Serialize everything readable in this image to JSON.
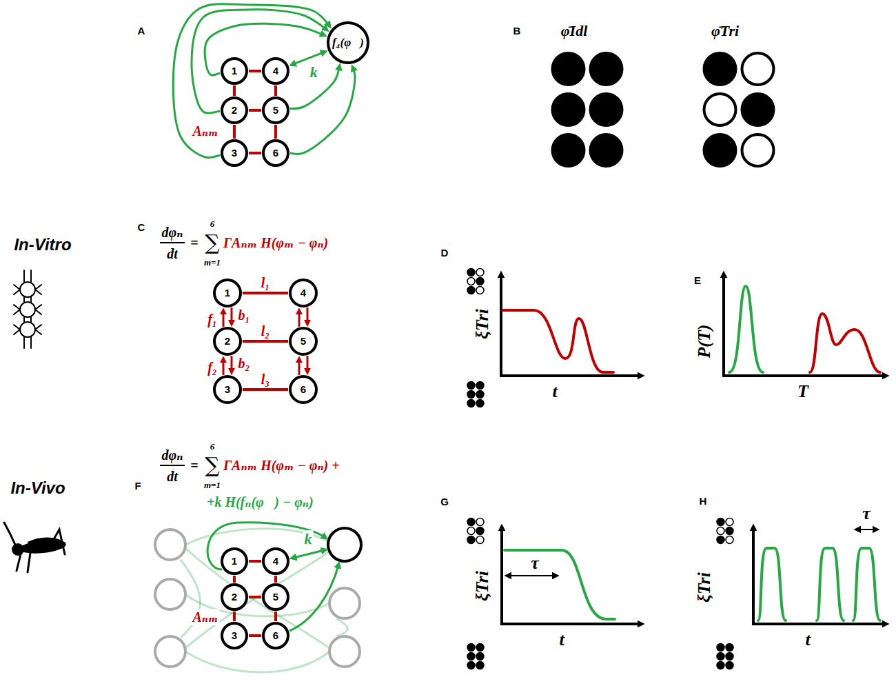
{
  "diagram": {
    "nodes": [
      {
        "text": [
          "1"
        ]
      },
      {
        "text": [
          "2"
        ]
      },
      {
        "text": [
          "3"
        ]
      },
      {
        "text": [
          "4"
        ]
      },
      {
        "text": [
          "5"
        ]
      },
      {
        "text": [
          "6"
        ]
      },
      {
        "text": [
          "f₄(φ⃗)"
        ]
      },
      {
        "text": [
          "1"
        ]
      },
      {
        "text": [
          "2"
        ]
      },
      {
        "text": [
          "3"
        ]
      },
      {
        "text": [
          "4"
        ]
      },
      {
        "text": [
          "5"
        ]
      },
      {
        "text": [
          "6"
        ]
      },
      {
        "text": [
          "1"
        ]
      },
      {
        "text": [
          "2"
        ]
      },
      {
        "text": [
          "3"
        ]
      },
      {
        "text": [
          "4"
        ]
      },
      {
        "text": [
          "5"
        ]
      },
      {
        "text": [
          "6"
        ]
      }
    ],
    "edges": [
      {
        "from": 0,
        "to": 3,
        "arrow": "none"
      },
      {
        "from": 1,
        "to": 4,
        "arrow": "none"
      },
      {
        "from": 2,
        "to": 5,
        "arrow": "none"
      },
      {
        "from": 0,
        "to": 1,
        "arrow": "none"
      },
      {
        "from": 1,
        "to": 2,
        "arrow": "none"
      },
      {
        "from": 3,
        "to": 4,
        "arrow": "none"
      },
      {
        "from": 4,
        "to": 5,
        "arrow": "none"
      },
      {
        "from": 0,
        "to": 6,
        "arrow": "to"
      },
      {
        "from": 1,
        "to": 6,
        "arrow": "to"
      },
      {
        "from": 2,
        "to": 6,
        "arrow": "to"
      },
      {
        "from": 4,
        "to": 6,
        "arrow": "to"
      },
      {
        "from": 5,
        "to": 6,
        "arrow": "to"
      },
      {
        "from": 3,
        "to": 6,
        "arrow": "both",
        "label": "k"
      },
      {
        "from": 7,
        "to": 10,
        "arrow": "none",
        "label": "l₁"
      },
      {
        "from": 8,
        "to": 11,
        "arrow": "none",
        "label": "l₂"
      },
      {
        "from": 9,
        "to": 12,
        "arrow": "none",
        "label": "l₃"
      },
      {
        "from": 8,
        "to": 7,
        "arrow": "to",
        "label": "f₁"
      },
      {
        "from": 7,
        "to": 8,
        "arrow": "to",
        "label": "b₁"
      },
      {
        "from": 9,
        "to": 8,
        "arrow": "to",
        "label": "f₂"
      },
      {
        "from": 8,
        "to": 9,
        "arrow": "to",
        "label": "b₂"
      },
      {
        "from": 11,
        "to": 10,
        "arrow": "to"
      },
      {
        "from": 10,
        "to": 11,
        "arrow": "to"
      },
      {
        "from": 12,
        "to": 11,
        "arrow": "to"
      },
      {
        "from": 11,
        "to": 12,
        "arrow": "to"
      },
      {
        "from": 13,
        "to": 16,
        "arrow": "none"
      },
      {
        "from": 14,
        "to": 17,
        "arrow": "none"
      },
      {
        "from": 15,
        "to": 18,
        "arrow": "none"
      },
      {
        "from": 13,
        "to": 14,
        "arrow": "none"
      },
      {
        "from": 14,
        "to": 15,
        "arrow": "none"
      },
      {
        "from": 16,
        "to": 17,
        "arrow": "none"
      },
      {
        "from": 17,
        "to": 18,
        "arrow": "none"
      }
    ],
    "labels": [
      "A",
      "B",
      "C",
      "D",
      "E",
      "F",
      "G",
      "H",
      "In-Vitro",
      "In-Vivo",
      "Aₙₘ",
      "φ̄Idl",
      "φ̄Tri",
      "dφₙ",
      "dt",
      "=",
      "6",
      "∑",
      "m=1",
      "ΓAₙₘ H(φₘ − φₙ)",
      "ξTri",
      "t",
      "P(T)",
      "T",
      "dφₙ",
      "dt",
      "=",
      "6",
      "∑",
      "m=1",
      "ΓAₙₘ H(φₘ − φₙ) +",
      "+k H(fₙ(φ⃗) − φₙ)",
      "k",
      "Aₙₘ",
      "ξTri",
      "t",
      "τ",
      "ξTri",
      "t",
      "τ"
    ]
  }
}
